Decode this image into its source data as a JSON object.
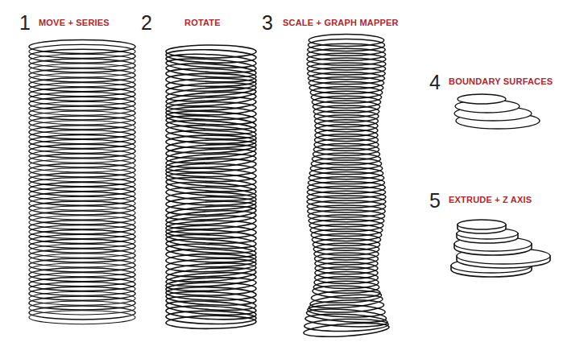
{
  "diagram": {
    "labels": [
      "1",
      "MOVE + SERIES",
      "2",
      "ROTATE",
      "3",
      "SCALE + GRAPH MAPPER",
      "4",
      "BOUNDARY SURFACES",
      "5",
      "EXTRUDE + Z AXIS"
    ]
  }
}
